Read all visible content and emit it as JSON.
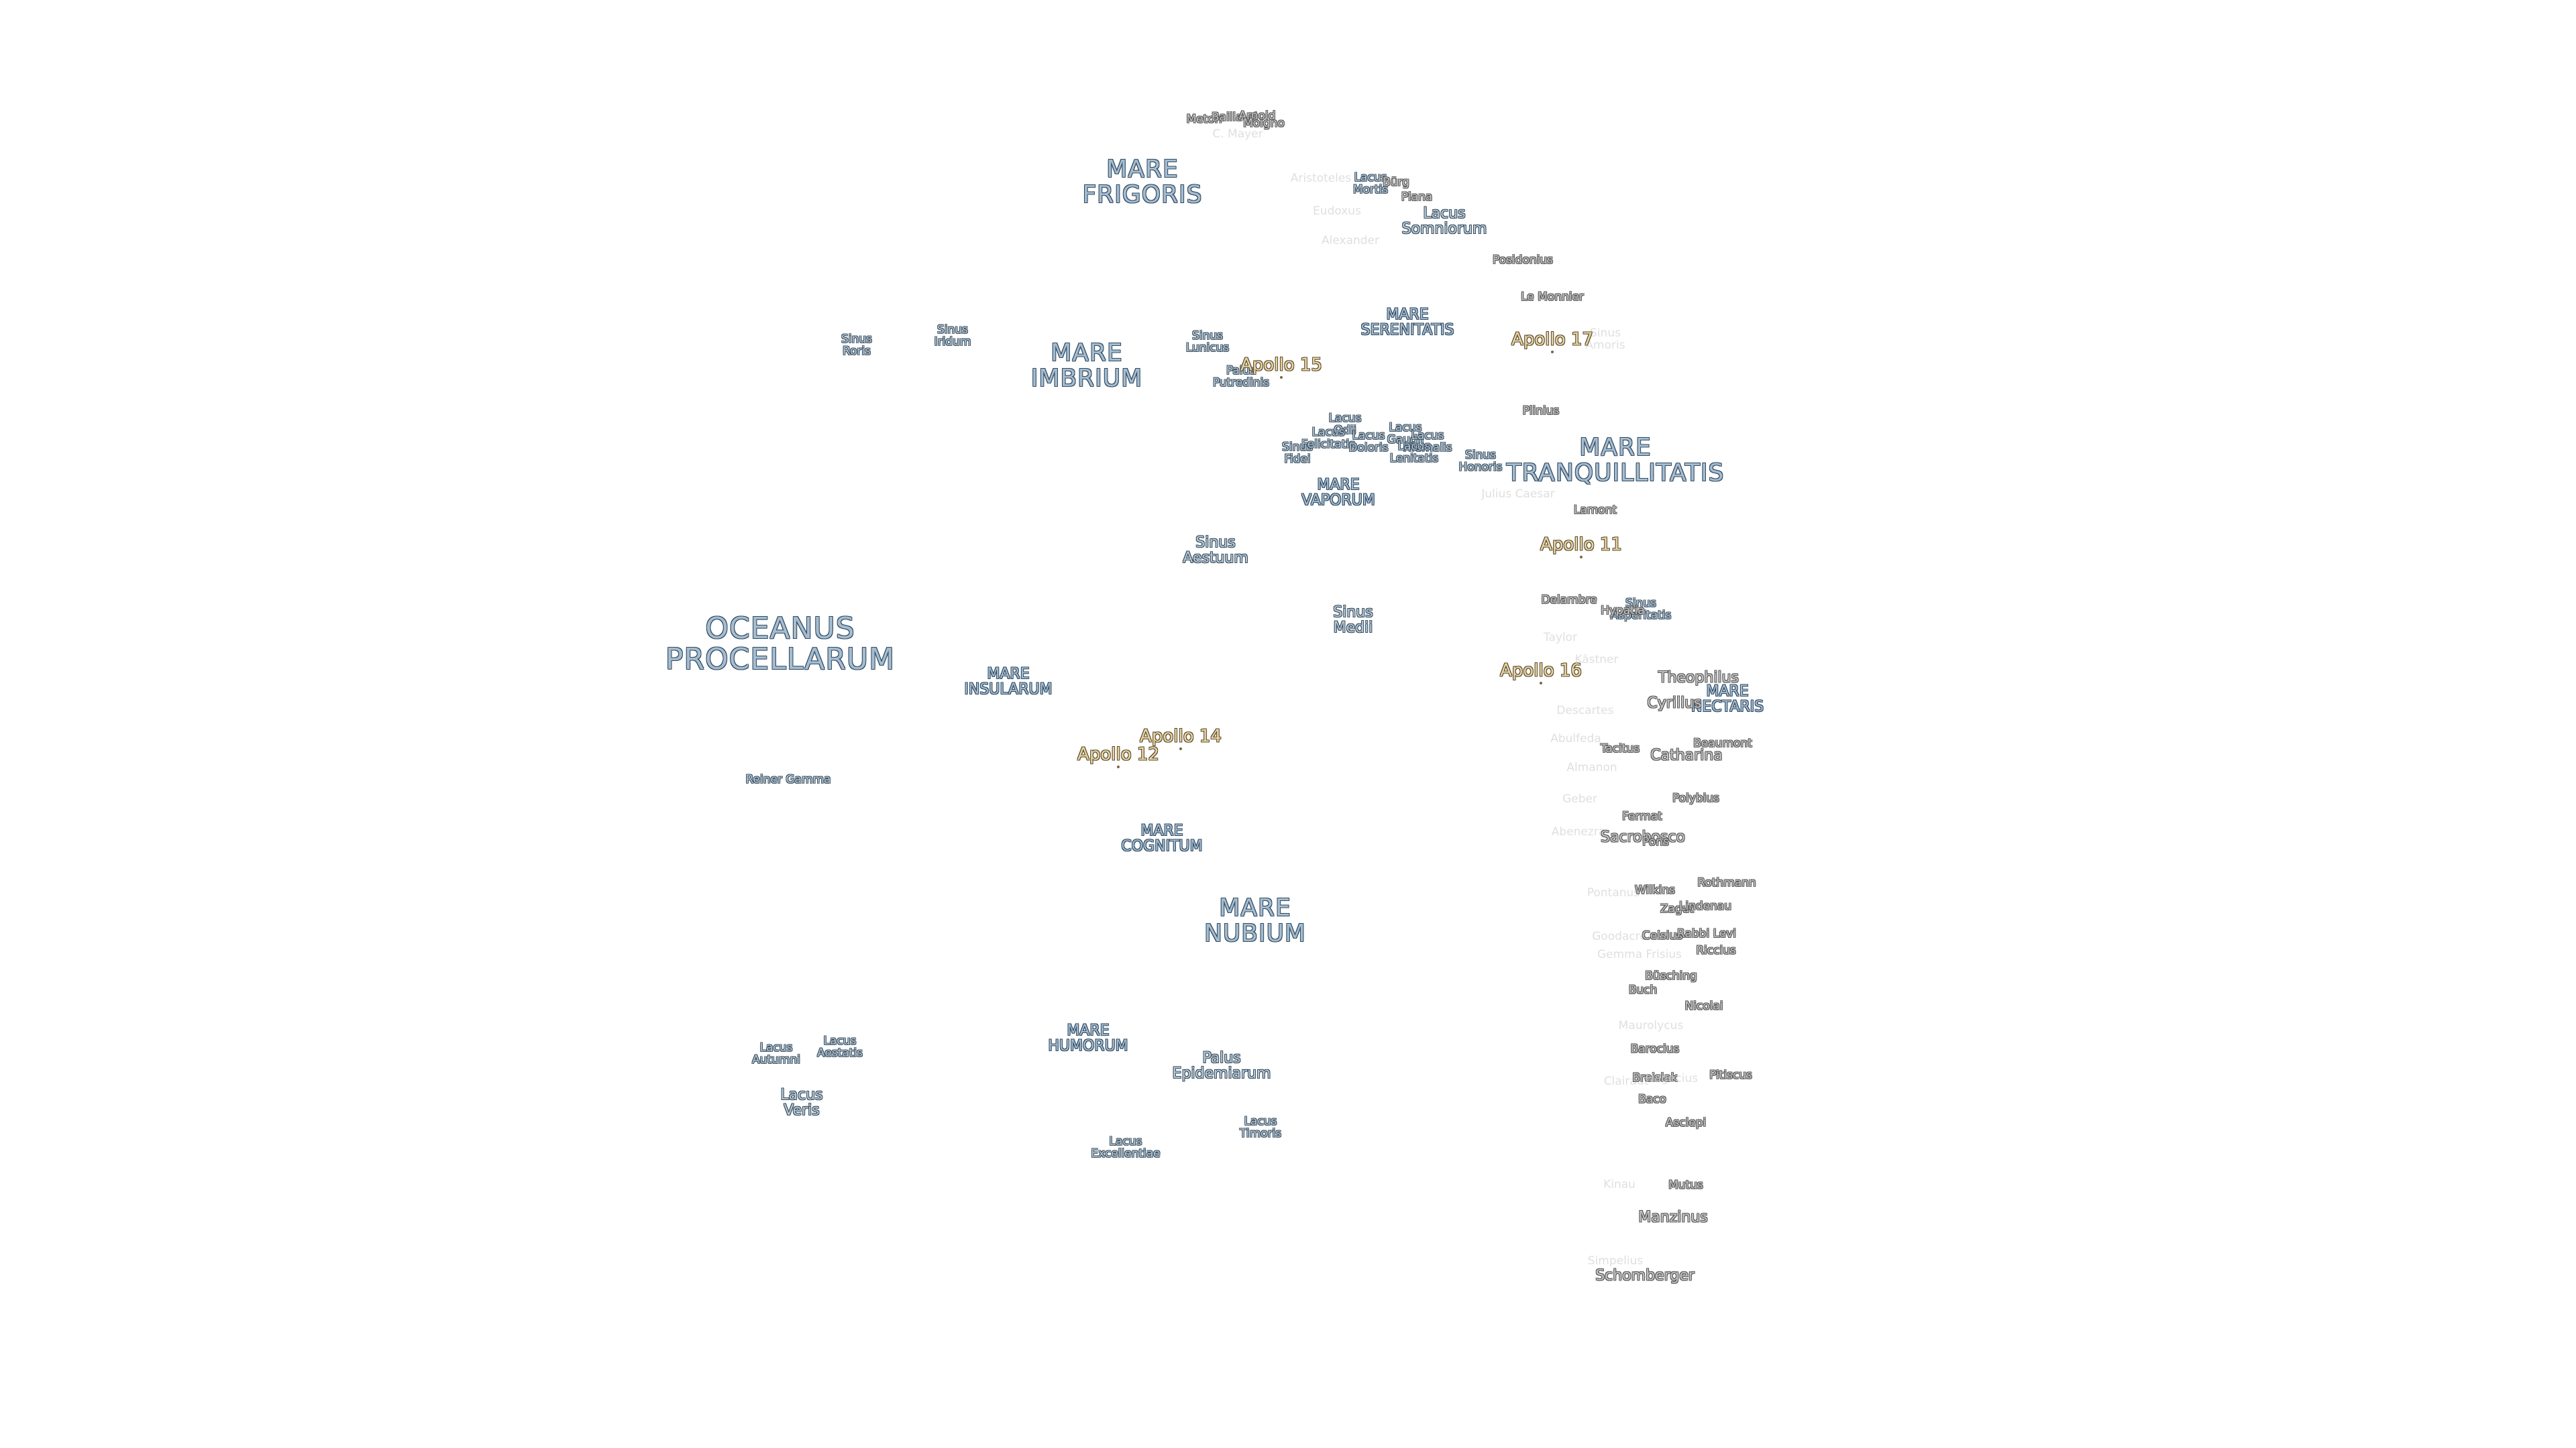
{
  "labels": [
    {
      "id": "oceanus-procellarum",
      "text": "OCEANUS\nPROCELLARUM",
      "kind": "ocean"
    },
    {
      "id": "mare-frigoris",
      "text": "MARE\nFRIGORIS",
      "kind": "mare"
    },
    {
      "id": "mare-imbrium",
      "text": "MARE\nIMBRIUM",
      "kind": "mare"
    },
    {
      "id": "mare-serenitatis",
      "text": "MARE\nSERENITATIS",
      "kind": "mare-sm"
    },
    {
      "id": "mare-tranquillitatis",
      "text": "MARE\nTRANQUILLITATIS",
      "kind": "mare"
    },
    {
      "id": "mare-vaporum",
      "text": "MARE\nVAPORUM",
      "kind": "mare-sm"
    },
    {
      "id": "mare-insularum",
      "text": "MARE\nINSULARUM",
      "kind": "mare-sm"
    },
    {
      "id": "mare-cognitum",
      "text": "MARE\nCOGNITUM",
      "kind": "mare-sm"
    },
    {
      "id": "mare-nubium",
      "text": "MARE\nNUBIUM",
      "kind": "mare"
    },
    {
      "id": "mare-humorum",
      "text": "MARE\nHUMORUM",
      "kind": "mare-sm"
    },
    {
      "id": "mare-nectaris",
      "text": "MARE\nNECTARIS",
      "kind": "mare-sm"
    },
    {
      "id": "sinus-roris",
      "text": "Sinus\nRoris",
      "kind": "minor"
    },
    {
      "id": "sinus-iridum",
      "text": "Sinus\nIridum",
      "kind": "minor"
    },
    {
      "id": "sinus-lunicus",
      "text": "Sinus\nLunicus",
      "kind": "minor"
    },
    {
      "id": "palus-putredinis",
      "text": "Palus\nPutredinis",
      "kind": "minor"
    },
    {
      "id": "lacus-mortis",
      "text": "Lacus\nMortis",
      "kind": "minor"
    },
    {
      "id": "lacus-somniorum",
      "text": "Lacus\nSomniorum",
      "kind": "minor-lg"
    },
    {
      "id": "sinus-aestuum",
      "text": "Sinus\nAestuum",
      "kind": "minor-lg"
    },
    {
      "id": "sinus-medii",
      "text": "Sinus\nMedii",
      "kind": "minor-lg"
    },
    {
      "id": "sinus-honoris",
      "text": "Sinus\nHonoris",
      "kind": "minor"
    },
    {
      "id": "sinus-amoris",
      "text": "Sinus\nAmoris",
      "kind": "crater-faint"
    },
    {
      "id": "sinus-fidei",
      "text": "Sinus\nFidei",
      "kind": "minor"
    },
    {
      "id": "lacus-odii",
      "text": "Lacus\nOdii",
      "kind": "minor"
    },
    {
      "id": "lacus-felicitatis",
      "text": "Lacus\nFelicitatis",
      "kind": "minor"
    },
    {
      "id": "lacus-doloris",
      "text": "Lacus\nDoloris",
      "kind": "minor"
    },
    {
      "id": "lacus-gaudii",
      "text": "Lacus\nGaudii",
      "kind": "minor"
    },
    {
      "id": "lacus-hiemalis",
      "text": "Lacus\nHiemalis",
      "kind": "minor"
    },
    {
      "id": "lacus-lenitatis",
      "text": "Lacus\nLenitatis",
      "kind": "minor"
    },
    {
      "id": "sinus-asperitatis",
      "text": "Sinus\nAsperitatis",
      "kind": "minor"
    },
    {
      "id": "lacus-autumni",
      "text": "Lacus\nAutumni",
      "kind": "minor"
    },
    {
      "id": "lacus-aestatis",
      "text": "Lacus\nAestatis",
      "kind": "minor"
    },
    {
      "id": "lacus-veris",
      "text": "Lacus\nVeris",
      "kind": "minor-lg"
    },
    {
      "id": "palus-epidemiarum",
      "text": "Palus\nEpidemiarum",
      "kind": "minor-lg"
    },
    {
      "id": "lacus-timoris",
      "text": "Lacus\nTimoris",
      "kind": "minor"
    },
    {
      "id": "lacus-excellentiae",
      "text": "Lacus\nExcellentiae",
      "kind": "minor"
    },
    {
      "id": "reiner-gamma",
      "text": "Reiner Gamma",
      "kind": "minor"
    },
    {
      "id": "apollo-15",
      "text": "Apollo 15",
      "kind": "apollo"
    },
    {
      "id": "apollo-17",
      "text": "Apollo 17",
      "kind": "apollo"
    },
    {
      "id": "apollo-11",
      "text": "Apollo 11",
      "kind": "apollo"
    },
    {
      "id": "apollo-16",
      "text": "Apollo 16",
      "kind": "apollo"
    },
    {
      "id": "apollo-14",
      "text": "Apollo 14",
      "kind": "apollo"
    },
    {
      "id": "apollo-12",
      "text": "Apollo 12",
      "kind": "apollo"
    },
    {
      "id": "meton",
      "text": "Meton",
      "kind": "crater"
    },
    {
      "id": "baillaud",
      "text": "Baillaud",
      "kind": "crater"
    },
    {
      "id": "arnold",
      "text": "Arnold",
      "kind": "crater"
    },
    {
      "id": "moigno",
      "text": "Moigno",
      "kind": "crater"
    },
    {
      "id": "c-mayer",
      "text": "C. Mayer",
      "kind": "crater-faint"
    },
    {
      "id": "aristoteles",
      "text": "Aristoteles",
      "kind": "crater-faint"
    },
    {
      "id": "burg",
      "text": "Bürg",
      "kind": "crater"
    },
    {
      "id": "plana",
      "text": "Plana",
      "kind": "crater"
    },
    {
      "id": "eudoxus",
      "text": "Eudoxus",
      "kind": "crater-faint"
    },
    {
      "id": "alexander",
      "text": "Alexander",
      "kind": "crater-faint"
    },
    {
      "id": "posidonius",
      "text": "Posidonius",
      "kind": "crater"
    },
    {
      "id": "le-monnier",
      "text": "Le Monnier",
      "kind": "crater"
    },
    {
      "id": "plinius",
      "text": "Plinius",
      "kind": "crater"
    },
    {
      "id": "julius-caesar",
      "text": "Julius Caesar",
      "kind": "crater-faint"
    },
    {
      "id": "lamont",
      "text": "Lamont",
      "kind": "crater"
    },
    {
      "id": "delambre",
      "text": "Delambre",
      "kind": "crater"
    },
    {
      "id": "hypatia",
      "text": "Hypatia",
      "kind": "crater"
    },
    {
      "id": "taylor",
      "text": "Taylor",
      "kind": "crater-faint"
    },
    {
      "id": "kastner",
      "text": "Kästner",
      "kind": "crater-faint"
    },
    {
      "id": "theophilus",
      "text": "Theophilus",
      "kind": "crater-lg"
    },
    {
      "id": "cyrillus",
      "text": "Cyrillus",
      "kind": "crater-lg"
    },
    {
      "id": "descartes",
      "text": "Descartes",
      "kind": "crater-faint"
    },
    {
      "id": "abulfeda",
      "text": "Abulfeda",
      "kind": "crater-faint"
    },
    {
      "id": "tacitus",
      "text": "Tacitus",
      "kind": "crater"
    },
    {
      "id": "beaumont",
      "text": "Beaumont",
      "kind": "crater"
    },
    {
      "id": "catharina",
      "text": "Catharina",
      "kind": "crater-lg"
    },
    {
      "id": "almanon",
      "text": "Almanon",
      "kind": "crater-faint"
    },
    {
      "id": "geber",
      "text": "Geber",
      "kind": "crater-faint"
    },
    {
      "id": "polybius",
      "text": "Polybius",
      "kind": "crater"
    },
    {
      "id": "fermat",
      "text": "Fermat",
      "kind": "crater"
    },
    {
      "id": "abenezra",
      "text": "Abenezra",
      "kind": "crater-faint"
    },
    {
      "id": "sacrobosco",
      "text": "Sacrobosco",
      "kind": "crater-lg"
    },
    {
      "id": "pons",
      "text": "Pons",
      "kind": "crater"
    },
    {
      "id": "pontanus",
      "text": "Pontanus",
      "kind": "crater-faint"
    },
    {
      "id": "wilkins",
      "text": "Wilkins",
      "kind": "crater"
    },
    {
      "id": "rothmann",
      "text": "Rothmann",
      "kind": "crater"
    },
    {
      "id": "zagut",
      "text": "Zagut",
      "kind": "crater"
    },
    {
      "id": "lindenau",
      "text": "Lindenau",
      "kind": "crater"
    },
    {
      "id": "goodacre",
      "text": "Goodacre",
      "kind": "crater-faint"
    },
    {
      "id": "celsius",
      "text": "Celsius",
      "kind": "crater"
    },
    {
      "id": "rabbi-levi",
      "text": "Rabbi Levi",
      "kind": "crater"
    },
    {
      "id": "gemma-frisius",
      "text": "Gemma Frisius",
      "kind": "crater-faint"
    },
    {
      "id": "riccius",
      "text": "Riccius",
      "kind": "crater"
    },
    {
      "id": "busching",
      "text": "Büsching",
      "kind": "crater"
    },
    {
      "id": "buch",
      "text": "Buch",
      "kind": "crater"
    },
    {
      "id": "nicolai",
      "text": "Nicolai",
      "kind": "crater"
    },
    {
      "id": "maurolycus",
      "text": "Maurolycus",
      "kind": "crater-faint"
    },
    {
      "id": "barocius",
      "text": "Barocius",
      "kind": "crater"
    },
    {
      "id": "clairaut",
      "text": "Clairaut",
      "kind": "crater-faint"
    },
    {
      "id": "breislak",
      "text": "Breislak",
      "kind": "crater"
    },
    {
      "id": "baco",
      "text": "Baco",
      "kind": "crater"
    },
    {
      "id": "hagecius",
      "text": "Hagecius",
      "kind": "crater-faint"
    },
    {
      "id": "pitiscus",
      "text": "Pitiscus",
      "kind": "crater"
    },
    {
      "id": "asclepi",
      "text": "Asclepi",
      "kind": "crater"
    },
    {
      "id": "kinau",
      "text": "Kinau",
      "kind": "crater-faint"
    },
    {
      "id": "mutus",
      "text": "Mutus",
      "kind": "crater"
    },
    {
      "id": "manzinus",
      "text": "Manzinus",
      "kind": "crater-lg"
    },
    {
      "id": "simpelius",
      "text": "Simpelius",
      "kind": "crater-faint"
    },
    {
      "id": "schomberger",
      "text": "Schomberger",
      "kind": "crater-lg"
    }
  ]
}
